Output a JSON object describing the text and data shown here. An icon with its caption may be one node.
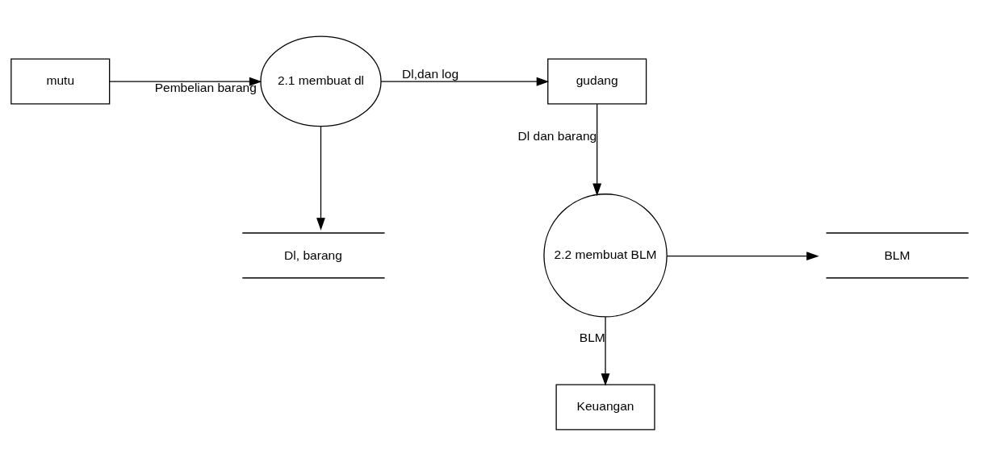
{
  "diagram": {
    "nodes": [
      {
        "text": [
          "mutu"
        ]
      },
      {
        "text": [
          "2.1 membuat dl"
        ]
      },
      {
        "text": [
          "gudang"
        ]
      },
      {
        "text": [
          "Dl, barang"
        ]
      },
      {
        "text": [
          "BLM"
        ]
      },
      {
        "text": [
          "2.2 membuat BLM"
        ]
      },
      {
        "text": [
          "Keuangan"
        ]
      }
    ],
    "edges": [
      {
        "from": 0,
        "to": 1,
        "arrow": "to",
        "label": "Pembelian barang"
      },
      {
        "from": 1,
        "to": 2,
        "arrow": "to",
        "label": "Dl,dan log"
      },
      {
        "from": 1,
        "to": 3,
        "arrow": "to"
      },
      {
        "from": 2,
        "to": 5,
        "arrow": "to",
        "label": "Dl dan barang"
      },
      {
        "from": 5,
        "to": 4,
        "arrow": "to"
      },
      {
        "from": 5,
        "to": 6,
        "arrow": "to",
        "label": "BLM"
      }
    ]
  }
}
